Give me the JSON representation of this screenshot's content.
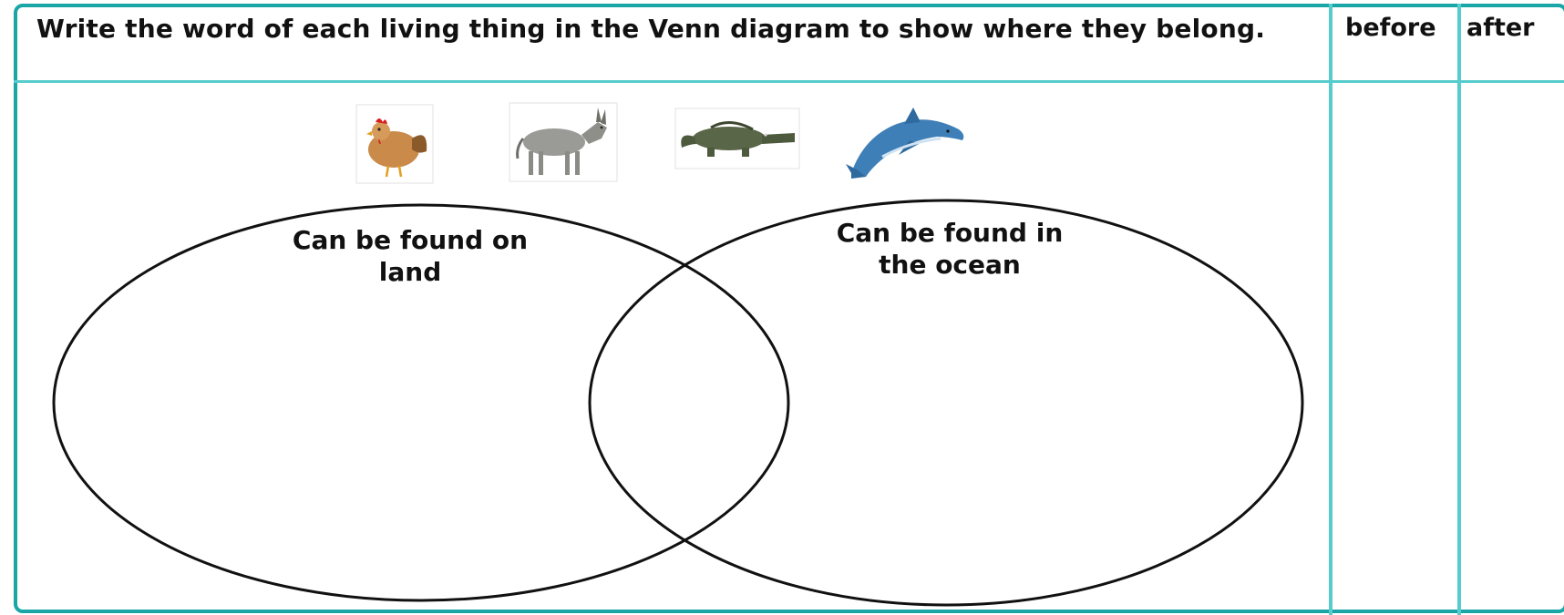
{
  "worksheet": {
    "instruction": "Write the word of each living thing in the Venn diagram to show where they belong.",
    "columns": {
      "before": "before",
      "after": "after"
    },
    "pictures": [
      {
        "name": "hen",
        "icon": "hen-icon"
      },
      {
        "name": "donkey",
        "icon": "donkey-icon"
      },
      {
        "name": "crocodile",
        "icon": "crocodile-icon"
      },
      {
        "name": "dolphin",
        "icon": "dolphin-icon"
      }
    ],
    "venn": {
      "left_label": "Can be found on land",
      "right_label": "Can be found in the ocean"
    }
  }
}
